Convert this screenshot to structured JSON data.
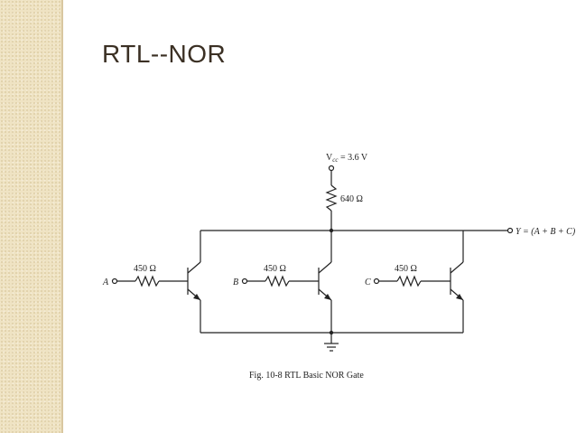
{
  "slide": {
    "title": "RTL--NOR"
  },
  "circuit": {
    "vcc_label": "V",
    "vcc_sub": "cc",
    "vcc_value": " = 3.6 V",
    "collector_resistor": "640 Ω",
    "output_label": "Y = (A + B + C)′",
    "inputs": [
      {
        "name": "A",
        "resistor": "450 Ω"
      },
      {
        "name": "B",
        "resistor": "450 Ω"
      },
      {
        "name": "C",
        "resistor": "450 Ω"
      }
    ],
    "caption": "Fig. 10-8  RTL Basic NOR Gate"
  },
  "colors": {
    "accent_strip": "#efe3c3",
    "title_text": "#3b3024",
    "wire": "#222222"
  }
}
